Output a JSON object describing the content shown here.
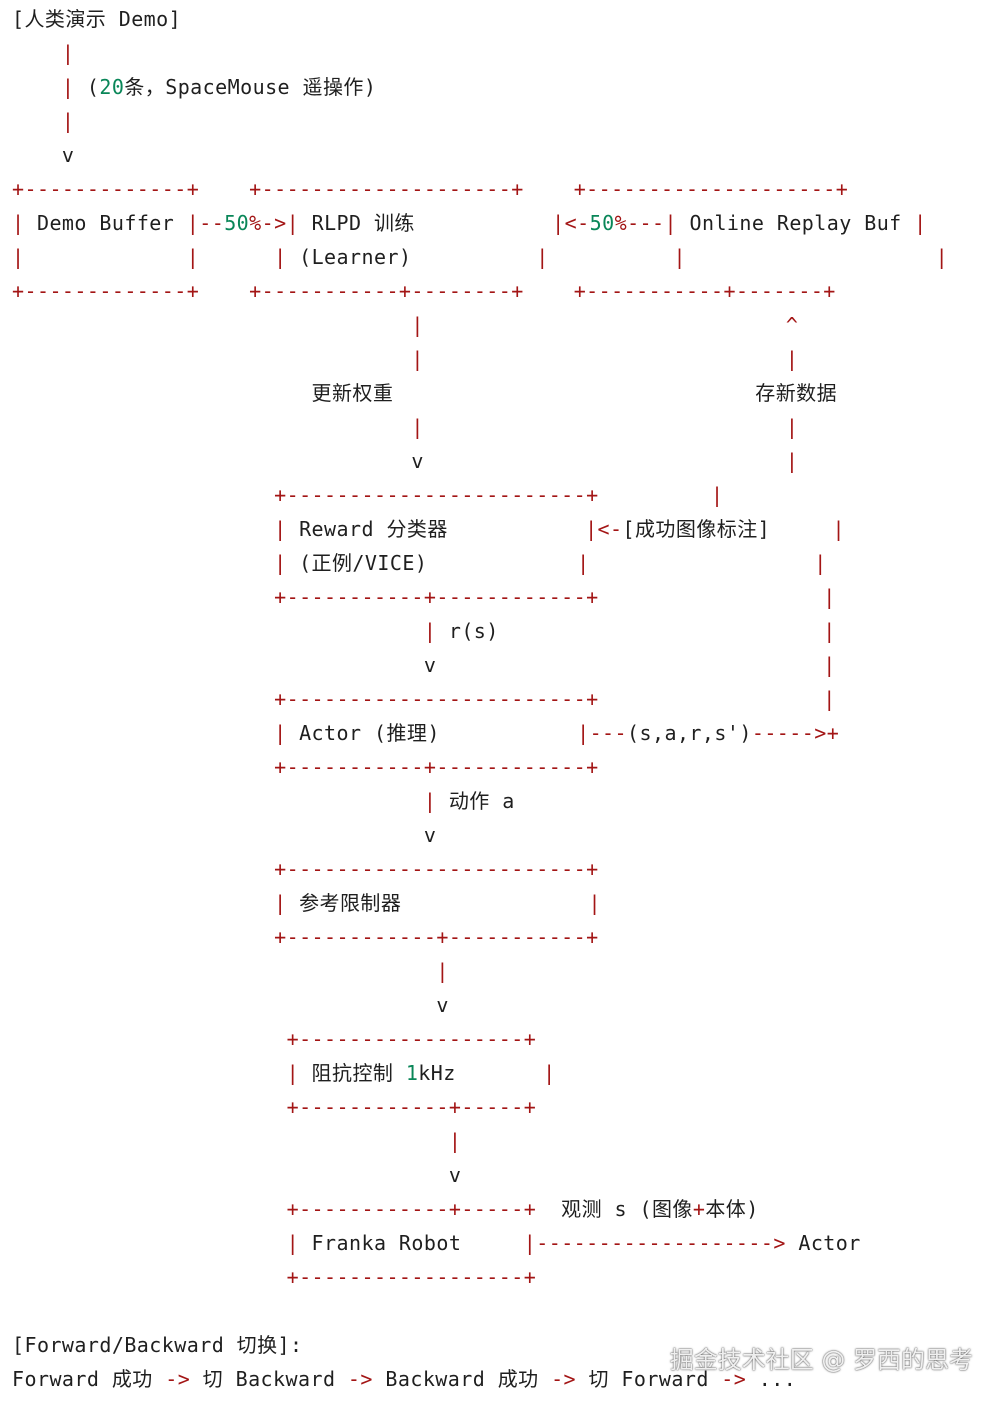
{
  "colors": {
    "operator": "#a31515",
    "number": "#098658",
    "text": "#1f1f1f"
  },
  "lines": [
    [
      [
        "t",
        "[人类演示 Demo]"
      ]
    ],
    [
      [
        "o",
        "    |"
      ]
    ],
    [
      [
        "o",
        "    |"
      ],
      [
        "t",
        " ("
      ],
      [
        "n",
        "20"
      ],
      [
        "t",
        "条，SpaceMouse 遥操作)"
      ]
    ],
    [
      [
        "o",
        "    |"
      ]
    ],
    [
      [
        "t",
        "    v"
      ]
    ],
    [
      [
        "o",
        "+-------------+"
      ],
      [
        "t",
        "    "
      ],
      [
        "o",
        "+--------------------+"
      ],
      [
        "t",
        "    "
      ],
      [
        "o",
        "+--------------------+"
      ]
    ],
    [
      [
        "o",
        "|"
      ],
      [
        "t",
        " Demo Buffer "
      ],
      [
        "o",
        "|--"
      ],
      [
        "n",
        "50"
      ],
      [
        "o",
        "%->|"
      ],
      [
        "t",
        " RLPD 训练           "
      ],
      [
        "o",
        "|<-"
      ],
      [
        "n",
        "50"
      ],
      [
        "o",
        "%---|"
      ],
      [
        "t",
        " Online Replay Buf "
      ],
      [
        "o",
        "|"
      ]
    ],
    [
      [
        "o",
        "|"
      ],
      [
        "t",
        "             "
      ],
      [
        "o",
        "|"
      ],
      [
        "t",
        "      "
      ],
      [
        "o",
        "|"
      ],
      [
        "t",
        " (Learner)          "
      ],
      [
        "o",
        "|"
      ],
      [
        "t",
        "          "
      ],
      [
        "o",
        "|"
      ],
      [
        "t",
        "                    "
      ],
      [
        "o",
        "|"
      ]
    ],
    [
      [
        "o",
        "+-------------+"
      ],
      [
        "t",
        "    "
      ],
      [
        "o",
        "+-----------+--------+"
      ],
      [
        "t",
        "    "
      ],
      [
        "o",
        "+-----------+-------+"
      ]
    ],
    [
      [
        "t",
        "                                "
      ],
      [
        "o",
        "|"
      ],
      [
        "t",
        "                             "
      ],
      [
        "o",
        "^"
      ]
    ],
    [
      [
        "t",
        "                                "
      ],
      [
        "o",
        "|"
      ],
      [
        "t",
        "                             "
      ],
      [
        "o",
        "|"
      ]
    ],
    [
      [
        "t",
        "                        更新权重                             存新数据"
      ]
    ],
    [
      [
        "t",
        "                                "
      ],
      [
        "o",
        "|"
      ],
      [
        "t",
        "                             "
      ],
      [
        "o",
        "|"
      ]
    ],
    [
      [
        "t",
        "                                v                             "
      ],
      [
        "o",
        "|"
      ]
    ],
    [
      [
        "t",
        "                     "
      ],
      [
        "o",
        "+------------------------+"
      ],
      [
        "t",
        "         "
      ],
      [
        "o",
        "|"
      ]
    ],
    [
      [
        "t",
        "                     "
      ],
      [
        "o",
        "|"
      ],
      [
        "t",
        " Reward 分类器           "
      ],
      [
        "o",
        "|<-"
      ],
      [
        "t",
        "[成功图像标注]     "
      ],
      [
        "o",
        "|"
      ]
    ],
    [
      [
        "t",
        "                     "
      ],
      [
        "o",
        "|"
      ],
      [
        "t",
        " (正例/VICE)            "
      ],
      [
        "o",
        "|"
      ],
      [
        "t",
        "                  "
      ],
      [
        "o",
        "|"
      ]
    ],
    [
      [
        "t",
        "                     "
      ],
      [
        "o",
        "+-----------+------------+"
      ],
      [
        "t",
        "                  "
      ],
      [
        "o",
        "|"
      ]
    ],
    [
      [
        "t",
        "                                 "
      ],
      [
        "o",
        "|"
      ],
      [
        "t",
        " r(s)                          "
      ],
      [
        "o",
        "|"
      ]
    ],
    [
      [
        "t",
        "                                 v                               "
      ],
      [
        "o",
        "|"
      ]
    ],
    [
      [
        "t",
        "                     "
      ],
      [
        "o",
        "+------------------------+"
      ],
      [
        "t",
        "                  "
      ],
      [
        "o",
        "|"
      ]
    ],
    [
      [
        "t",
        "                     "
      ],
      [
        "o",
        "|"
      ],
      [
        "t",
        " Actor (推理)           "
      ],
      [
        "o",
        "|---"
      ],
      [
        "t",
        "(s,a,r,s')"
      ],
      [
        "o",
        "----->+"
      ]
    ],
    [
      [
        "t",
        "                     "
      ],
      [
        "o",
        "+-----------+------------+"
      ]
    ],
    [
      [
        "t",
        "                                 "
      ],
      [
        "o",
        "|"
      ],
      [
        "t",
        " 动作 a"
      ]
    ],
    [
      [
        "t",
        "                                 v"
      ]
    ],
    [
      [
        "t",
        "                     "
      ],
      [
        "o",
        "+------------------------+"
      ]
    ],
    [
      [
        "t",
        "                     "
      ],
      [
        "o",
        "|"
      ],
      [
        "t",
        " 参考限制器               "
      ],
      [
        "o",
        "|"
      ]
    ],
    [
      [
        "t",
        "                     "
      ],
      [
        "o",
        "+------------+-----------+"
      ]
    ],
    [
      [
        "t",
        "                                  "
      ],
      [
        "o",
        "|"
      ]
    ],
    [
      [
        "t",
        "                                  v"
      ]
    ],
    [
      [
        "t",
        "                      "
      ],
      [
        "o",
        "+------------------+"
      ]
    ],
    [
      [
        "t",
        "                      "
      ],
      [
        "o",
        "|"
      ],
      [
        "t",
        " 阻抗控制 "
      ],
      [
        "n",
        "1"
      ],
      [
        "t",
        "kHz       "
      ],
      [
        "o",
        "|"
      ]
    ],
    [
      [
        "t",
        "                      "
      ],
      [
        "o",
        "+------------+-----+"
      ]
    ],
    [
      [
        "t",
        "                                   "
      ],
      [
        "o",
        "|"
      ]
    ],
    [
      [
        "t",
        "                                   v"
      ]
    ],
    [
      [
        "t",
        "                      "
      ],
      [
        "o",
        "+------------+-----+"
      ],
      [
        "t",
        "  观测 s (图像"
      ],
      [
        "o",
        "+"
      ],
      [
        "t",
        "本体)"
      ]
    ],
    [
      [
        "t",
        "                      "
      ],
      [
        "o",
        "|"
      ],
      [
        "t",
        " Franka Robot     "
      ],
      [
        "o",
        "|------------------->"
      ],
      [
        "t",
        " Actor"
      ]
    ],
    [
      [
        "t",
        "                      "
      ],
      [
        "o",
        "+------------------+"
      ]
    ],
    [
      [
        "t",
        ""
      ]
    ],
    [
      [
        "t",
        "[Forward/Backward 切换]:"
      ]
    ],
    [
      [
        "t",
        "Forward 成功 "
      ],
      [
        "o",
        "->"
      ],
      [
        "t",
        " 切 Backward "
      ],
      [
        "o",
        "->"
      ],
      [
        "t",
        " Backward 成功 "
      ],
      [
        "o",
        "->"
      ],
      [
        "t",
        " 切 Forward "
      ],
      [
        "o",
        "->"
      ],
      [
        "t",
        " ..."
      ]
    ]
  ],
  "watermark": "掘金技术社区 @ 罗西的思考"
}
